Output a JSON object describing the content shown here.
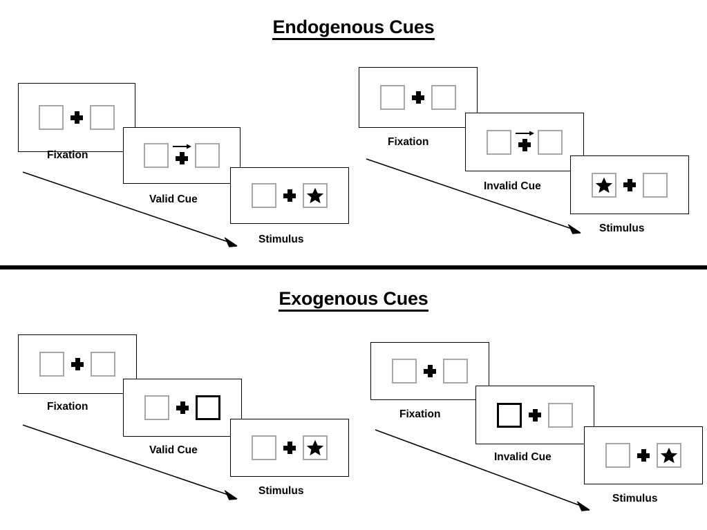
{
  "figure": {
    "title_endogenous": "Endogenous Cues",
    "title_exogenous": "Exogenous Cues",
    "colors": {
      "panel_border": "#000000",
      "box_border": "#a6a6a6",
      "cued_box_border": "#000000",
      "glyph": "#000000",
      "background": "#ffffff"
    }
  },
  "icons": {
    "fixation_cross": "plus-icon",
    "directional_cue": "right-arrow-icon",
    "target": "star-icon",
    "flow": "diagonal-arrow-icon"
  },
  "sections": [
    {
      "id": "endogenous",
      "title": "Endogenous Cues",
      "conditions": [
        {
          "id": "endogenous-valid",
          "cue_type": "Valid Cue",
          "panels": [
            {
              "caption": "Fixation",
              "left_box": {
                "cued": false,
                "target": false
              },
              "right_box": {
                "cued": false,
                "target": false
              },
              "arrow_cue": false
            },
            {
              "caption": "Valid Cue",
              "left_box": {
                "cued": false,
                "target": false
              },
              "right_box": {
                "cued": false,
                "target": false
              },
              "arrow_cue": true,
              "arrow_direction": "right"
            },
            {
              "caption": "Stimulus",
              "left_box": {
                "cued": false,
                "target": false
              },
              "right_box": {
                "cued": false,
                "target": true
              },
              "arrow_cue": false
            }
          ]
        },
        {
          "id": "endogenous-invalid",
          "cue_type": "Invalid Cue",
          "panels": [
            {
              "caption": "Fixation",
              "left_box": {
                "cued": false,
                "target": false
              },
              "right_box": {
                "cued": false,
                "target": false
              },
              "arrow_cue": false
            },
            {
              "caption": "Invalid Cue",
              "left_box": {
                "cued": false,
                "target": false
              },
              "right_box": {
                "cued": false,
                "target": false
              },
              "arrow_cue": true,
              "arrow_direction": "right"
            },
            {
              "caption": "Stimulus",
              "left_box": {
                "cued": false,
                "target": true
              },
              "right_box": {
                "cued": false,
                "target": false
              },
              "arrow_cue": false
            }
          ]
        }
      ]
    },
    {
      "id": "exogenous",
      "title": "Exogenous Cues",
      "conditions": [
        {
          "id": "exogenous-valid",
          "cue_type": "Valid Cue",
          "panels": [
            {
              "caption": "Fixation",
              "left_box": {
                "cued": false,
                "target": false
              },
              "right_box": {
                "cued": false,
                "target": false
              },
              "arrow_cue": false
            },
            {
              "caption": "Valid Cue",
              "left_box": {
                "cued": false,
                "target": false
              },
              "right_box": {
                "cued": true,
                "target": false
              },
              "arrow_cue": false
            },
            {
              "caption": "Stimulus",
              "left_box": {
                "cued": false,
                "target": false
              },
              "right_box": {
                "cued": false,
                "target": true
              },
              "arrow_cue": false
            }
          ]
        },
        {
          "id": "exogenous-invalid",
          "cue_type": "Invalid Cue",
          "panels": [
            {
              "caption": "Fixation",
              "left_box": {
                "cued": false,
                "target": false
              },
              "right_box": {
                "cued": false,
                "target": false
              },
              "arrow_cue": false
            },
            {
              "caption": "Invalid Cue",
              "left_box": {
                "cued": true,
                "target": false
              },
              "right_box": {
                "cued": false,
                "target": false
              },
              "arrow_cue": false
            },
            {
              "caption": "Stimulus",
              "left_box": {
                "cued": false,
                "target": false
              },
              "right_box": {
                "cued": false,
                "target": true
              },
              "arrow_cue": false
            }
          ]
        }
      ]
    }
  ],
  "captions": {
    "fixation": "Fixation",
    "valid_cue": "Valid Cue",
    "invalid_cue": "Invalid Cue",
    "stimulus": "Stimulus"
  }
}
